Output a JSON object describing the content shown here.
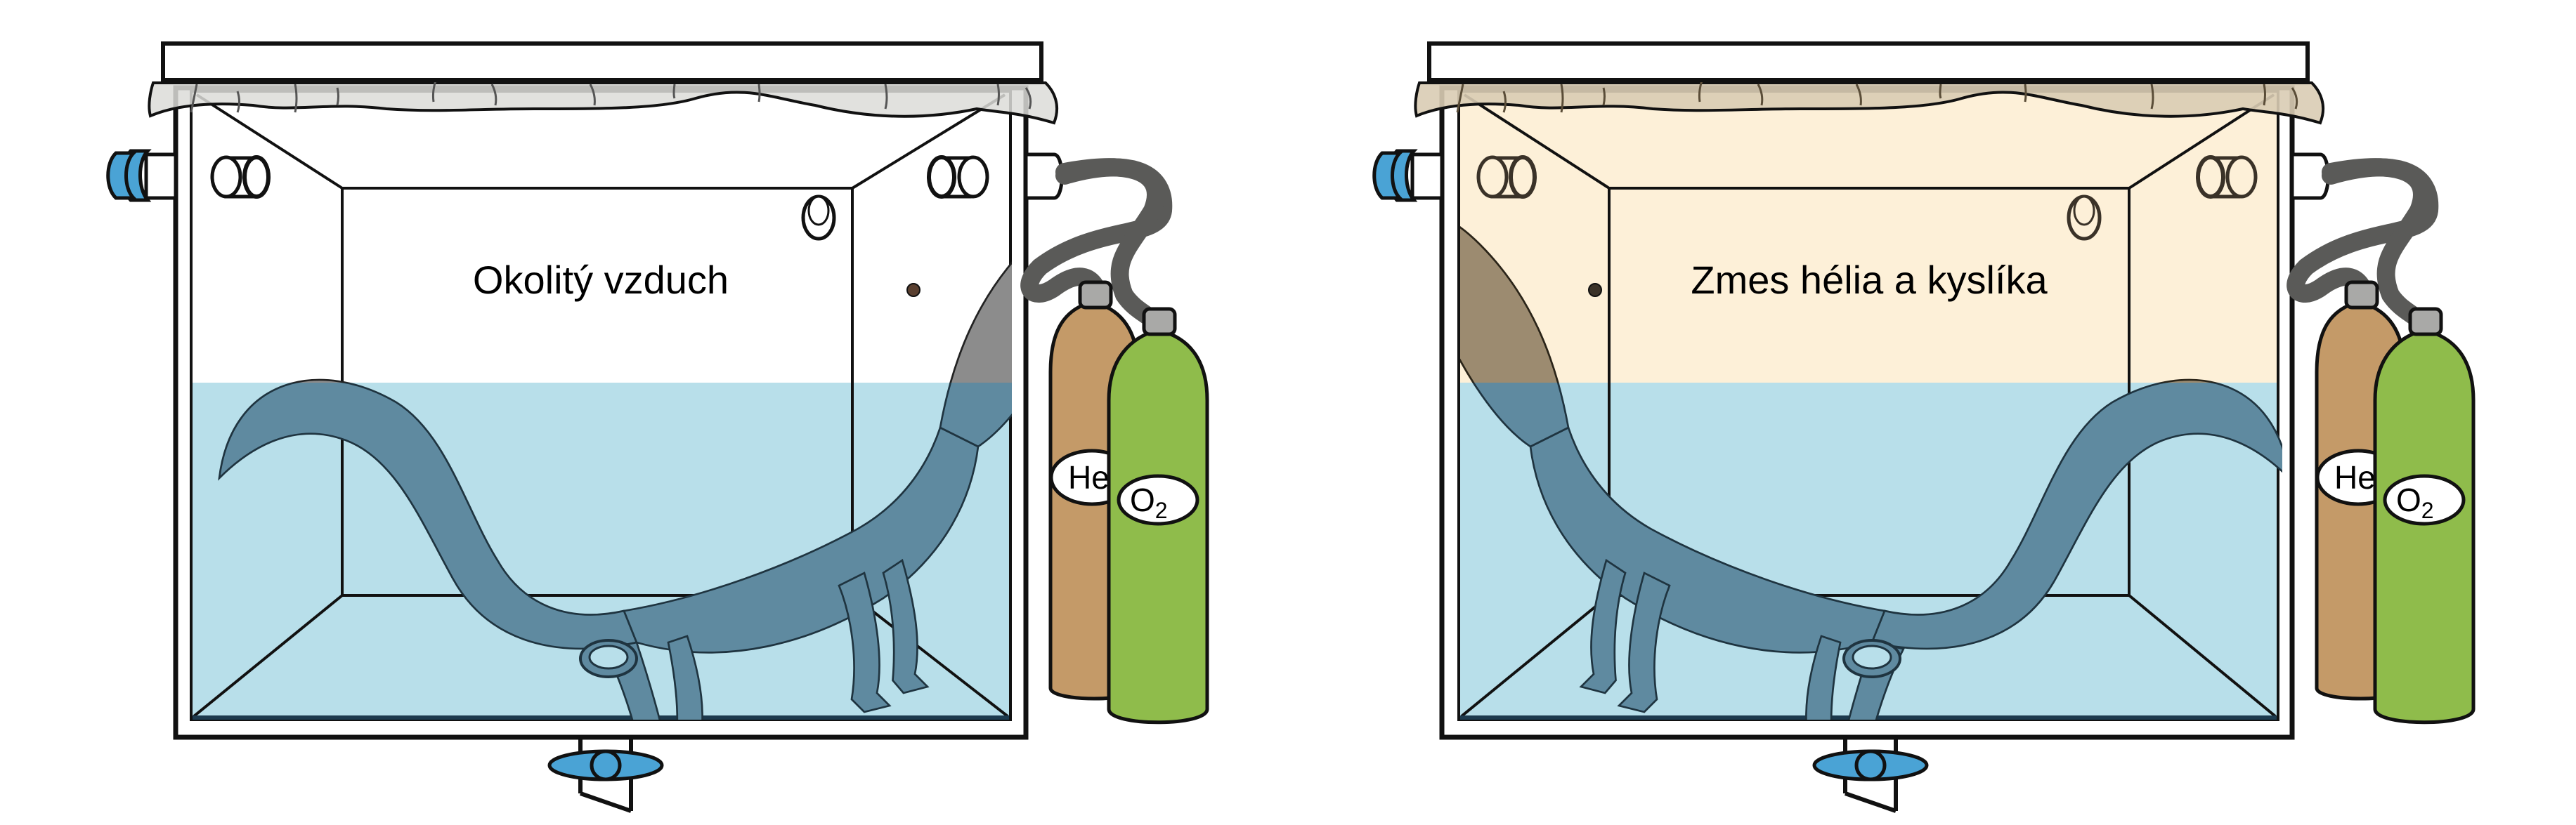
{
  "figure": {
    "panels": [
      {
        "id": "ambient-air",
        "label": "Okolitý vzduch",
        "atmosphere_color": "#ffffff",
        "alligator_color": "#8c8c8c",
        "alligator_facing": "right"
      },
      {
        "id": "heliox",
        "label": "Zmes hélia a kyslíka",
        "atmosphere_color": "#fdf0d8",
        "alligator_color": "#9c8b70",
        "alligator_facing": "left"
      }
    ],
    "cylinders": {
      "helium": {
        "label": "He",
        "color": "#c49a68"
      },
      "oxygen": {
        "label": "O",
        "subscript": "2",
        "color": "#8fbc4b"
      }
    },
    "colors": {
      "water": "#b8dfea",
      "submerged_tint": "#5f8aa0",
      "valve_blue": "#4aa3d5",
      "hose": "#5a5a58",
      "cylinder_cap": "#a9a9a7",
      "mesh_cloth": "#dcdcd8",
      "outline": "#111111"
    }
  }
}
